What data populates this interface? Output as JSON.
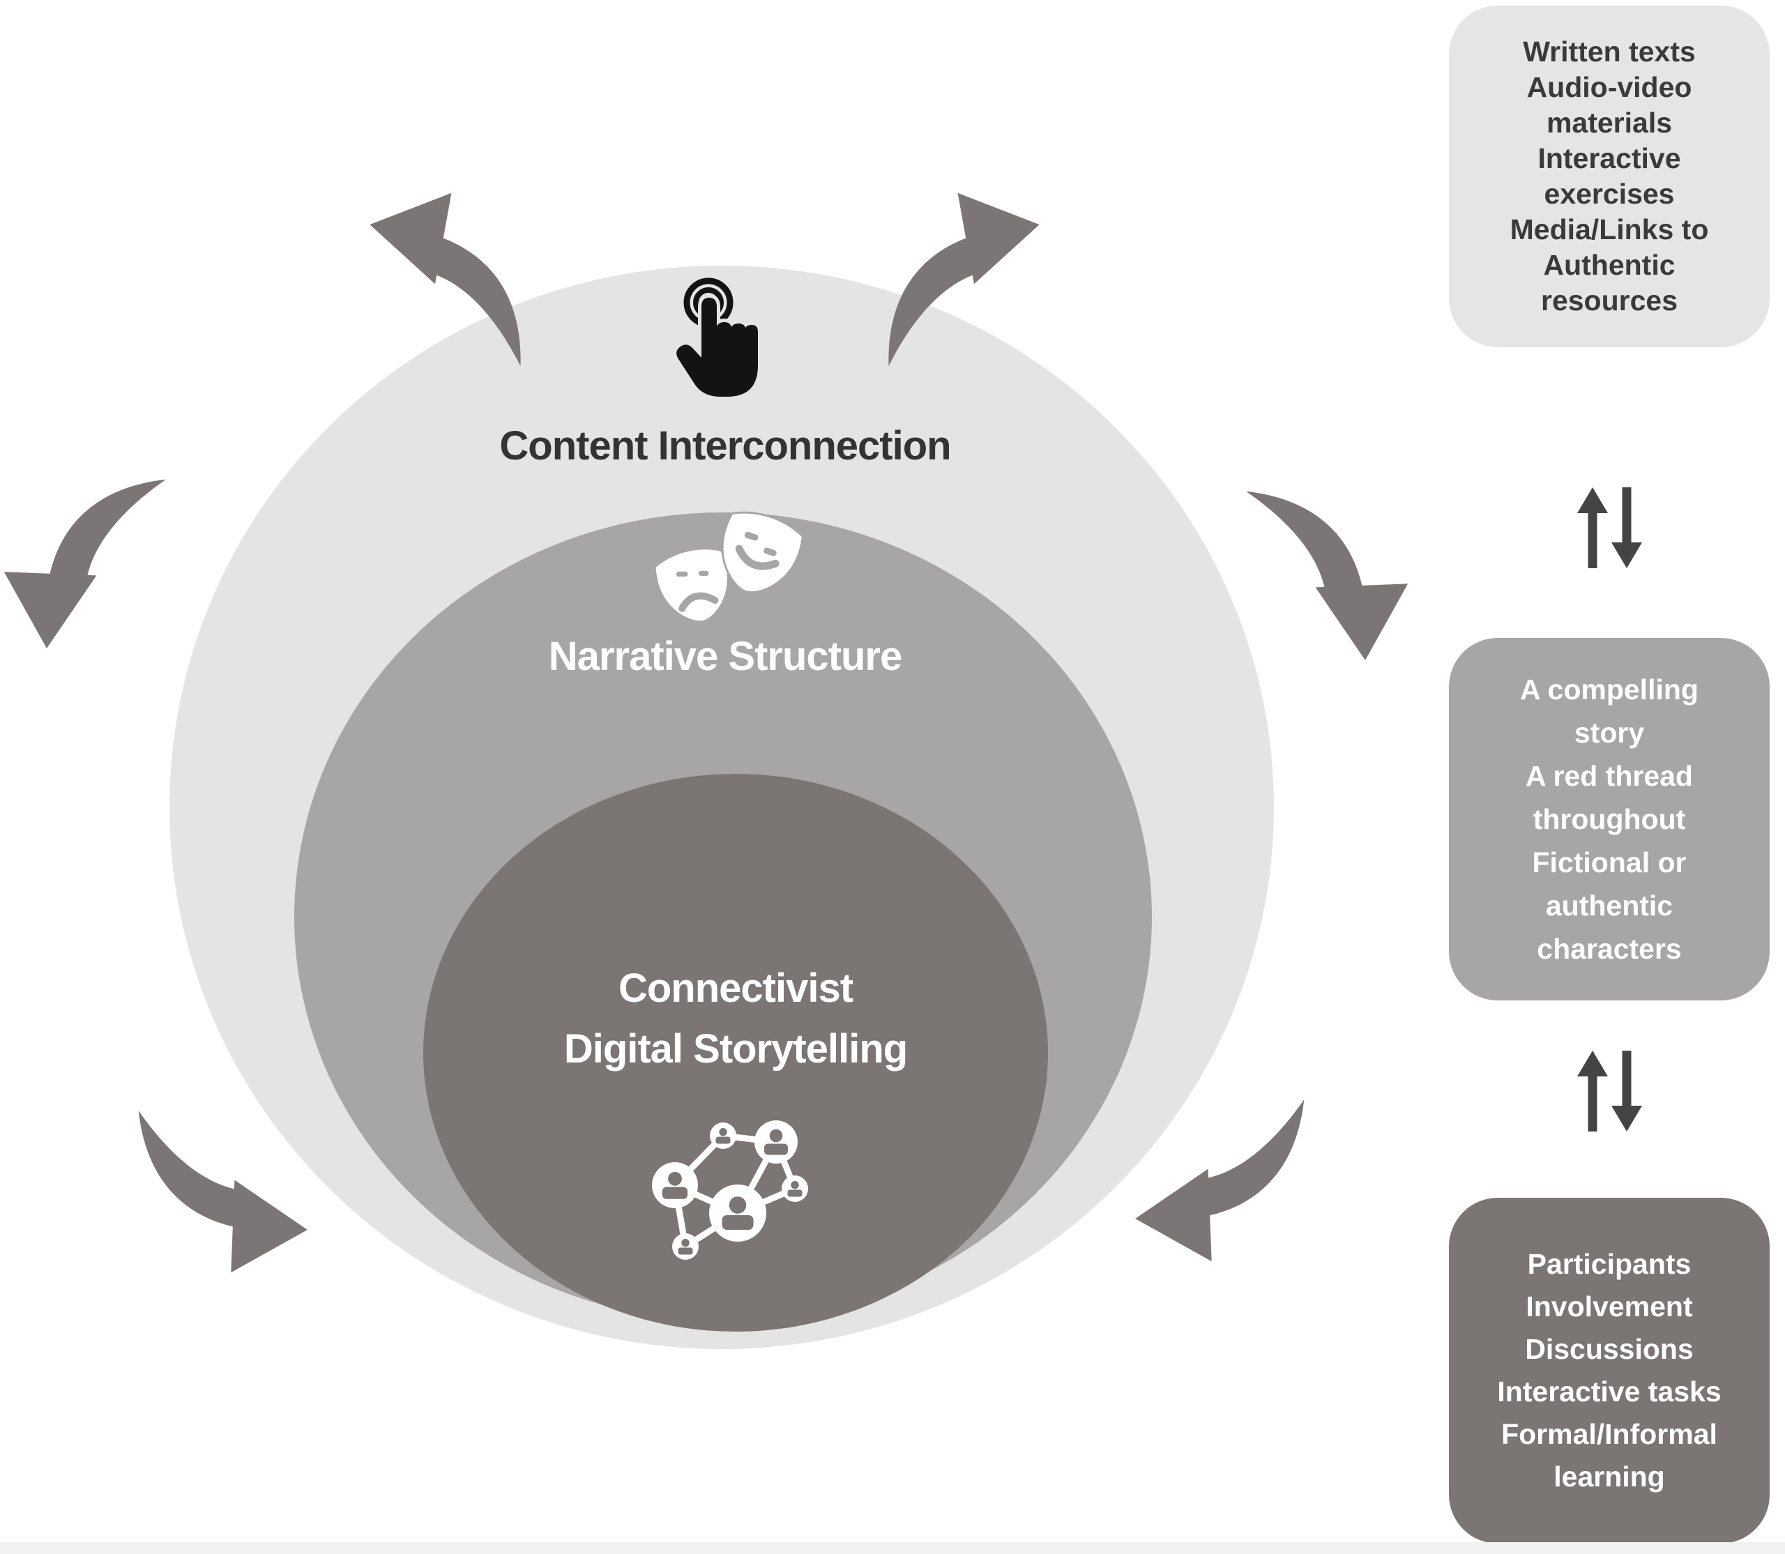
{
  "figure": {
    "type": "nested-circles-diagram"
  },
  "circles": {
    "outer": {
      "label": "Content Interconnection",
      "icon": "tap-gesture-icon",
      "color": "#e5e4e4",
      "text_color": "#343333"
    },
    "middle": {
      "label": "Narrative Structure",
      "icon": "theater-masks-icon",
      "color": "#a8a5a6",
      "text_color": "#ffffff"
    },
    "inner": {
      "lines": [
        "Connectivist",
        "Digital Storytelling"
      ],
      "icon": "connected-people-network-icon",
      "color": "#7b7574",
      "text_color": "#ffffff"
    }
  },
  "right_panel": {
    "boxes": [
      {
        "name": "content-interconnection-resources",
        "color": "#e6e5e5",
        "text_color": "#3b3a3a",
        "lines": [
          "Written texts",
          "Audio-video",
          "materials",
          "Interactive",
          "exercises",
          "Media/Links to",
          "Authentic",
          "resources"
        ]
      },
      {
        "name": "narrative-structure-elements",
        "color": "#a8a5a6",
        "text_color": "#ffffff",
        "lines": [
          "A compelling",
          "story",
          "A red thread",
          "throughout",
          "Fictional or",
          "authentic",
          "characters"
        ]
      },
      {
        "name": "connectivist-participation-elements",
        "color": "#7b7574",
        "text_color": "#ffffff",
        "lines": [
          "Participants",
          "Involvement",
          "Discussions",
          "Interactive tasks",
          "Formal/Informal",
          "learning"
        ]
      }
    ],
    "connector_icon": "up-down-arrows-icon",
    "connector_count": 2
  },
  "decorations": {
    "curved_arrow_icon": "curved-arrow-icon",
    "curved_arrow_count": 6
  },
  "colors": {
    "background": "#ffffff",
    "outer_circle": "#e5e4e4",
    "middle_circle": "#a8a5a6",
    "inner_circle": "#7b7574",
    "curved_arrow": "#7b7675",
    "updown_arrow": "#454443",
    "dark_text": "#343333",
    "light_text": "#ffffff",
    "tap_icon": "#131313"
  }
}
